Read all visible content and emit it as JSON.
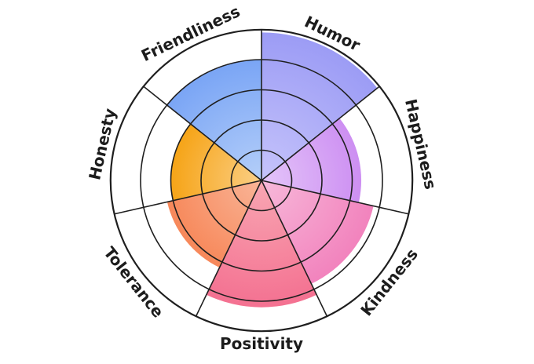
{
  "chart_data": {
    "type": "polar-area",
    "title": "",
    "max_value": 5,
    "ring_count": 5,
    "grid": true,
    "categories": [
      "Humor",
      "Happiness",
      "Kindness",
      "Positivity",
      "Tolerance",
      "Honesty",
      "Friendliness"
    ],
    "values": [
      4.9,
      3.3,
      3.8,
      4.2,
      3.2,
      3.0,
      4.0
    ],
    "colors": {
      "Humor": [
        "#9c9cf5",
        "#c6c4fb"
      ],
      "Happiness": [
        "#cd8ff2",
        "#e4c5f9"
      ],
      "Kindness": [
        "#f283bd",
        "#f7b9da"
      ],
      "Positivity": [
        "#f47191",
        "#f8a7b3"
      ],
      "Tolerance": [
        "#f7885a",
        "#f9b598"
      ],
      "Honesty": [
        "#f6a417",
        "#fbcf86"
      ],
      "Friendliness": [
        "#7aa5f5",
        "#b5cff9"
      ]
    },
    "grid_color": "#1f1f1f"
  }
}
